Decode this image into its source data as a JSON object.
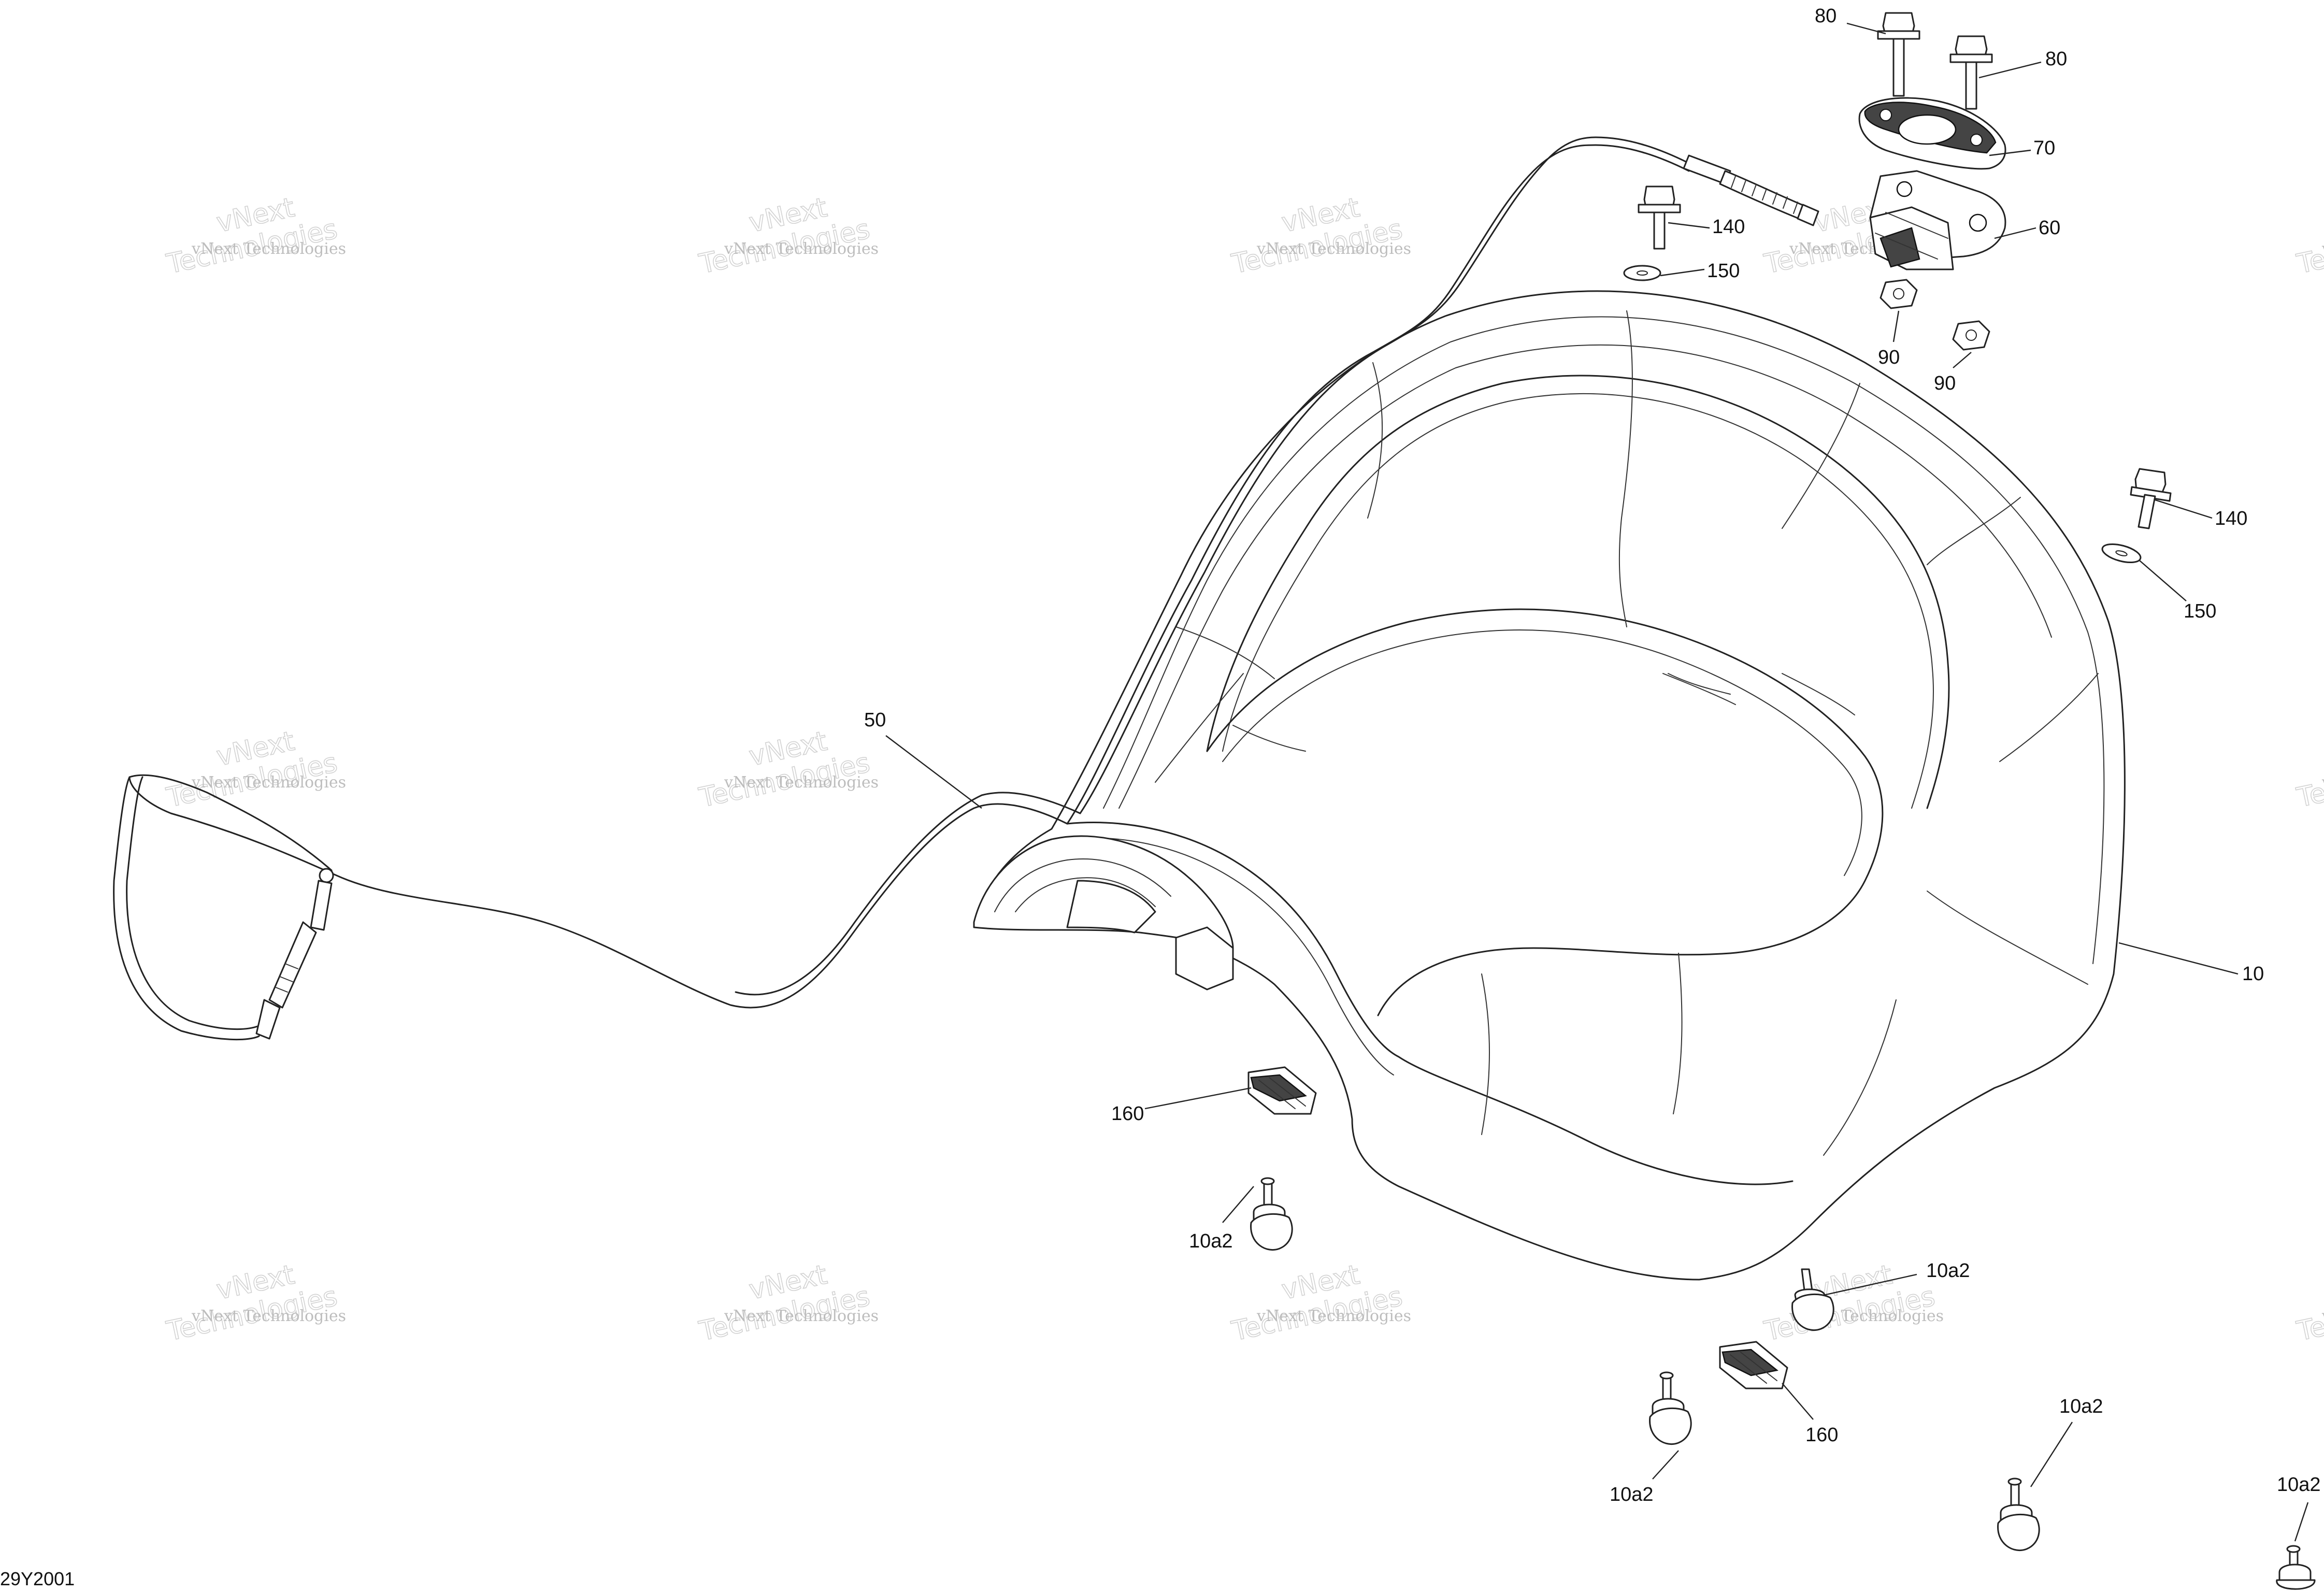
{
  "diagram": {
    "drawing_code": "29Y2001",
    "watermark": {
      "line1": "vNext Technologies",
      "line2": "vNext\nTechnologies"
    },
    "callouts": [
      {
        "id": "c-80a",
        "label": "80"
      },
      {
        "id": "c-80b",
        "label": "80"
      },
      {
        "id": "c-70",
        "label": "70"
      },
      {
        "id": "c-60",
        "label": "60"
      },
      {
        "id": "c-140a",
        "label": "140"
      },
      {
        "id": "c-150a",
        "label": "150"
      },
      {
        "id": "c-90a",
        "label": "90"
      },
      {
        "id": "c-90b",
        "label": "90"
      },
      {
        "id": "c-140b",
        "label": "140"
      },
      {
        "id": "c-150b",
        "label": "150"
      },
      {
        "id": "c-50",
        "label": "50"
      },
      {
        "id": "c-10",
        "label": "10"
      },
      {
        "id": "c-160a",
        "label": "160"
      },
      {
        "id": "c-10a2a",
        "label": "10a2"
      },
      {
        "id": "c-10a2b",
        "label": "10a2"
      },
      {
        "id": "c-10a2c",
        "label": "10a2"
      },
      {
        "id": "c-160b",
        "label": "160"
      },
      {
        "id": "c-10a2d",
        "label": "10a2"
      },
      {
        "id": "c-10a2e",
        "label": "10a2"
      }
    ]
  }
}
